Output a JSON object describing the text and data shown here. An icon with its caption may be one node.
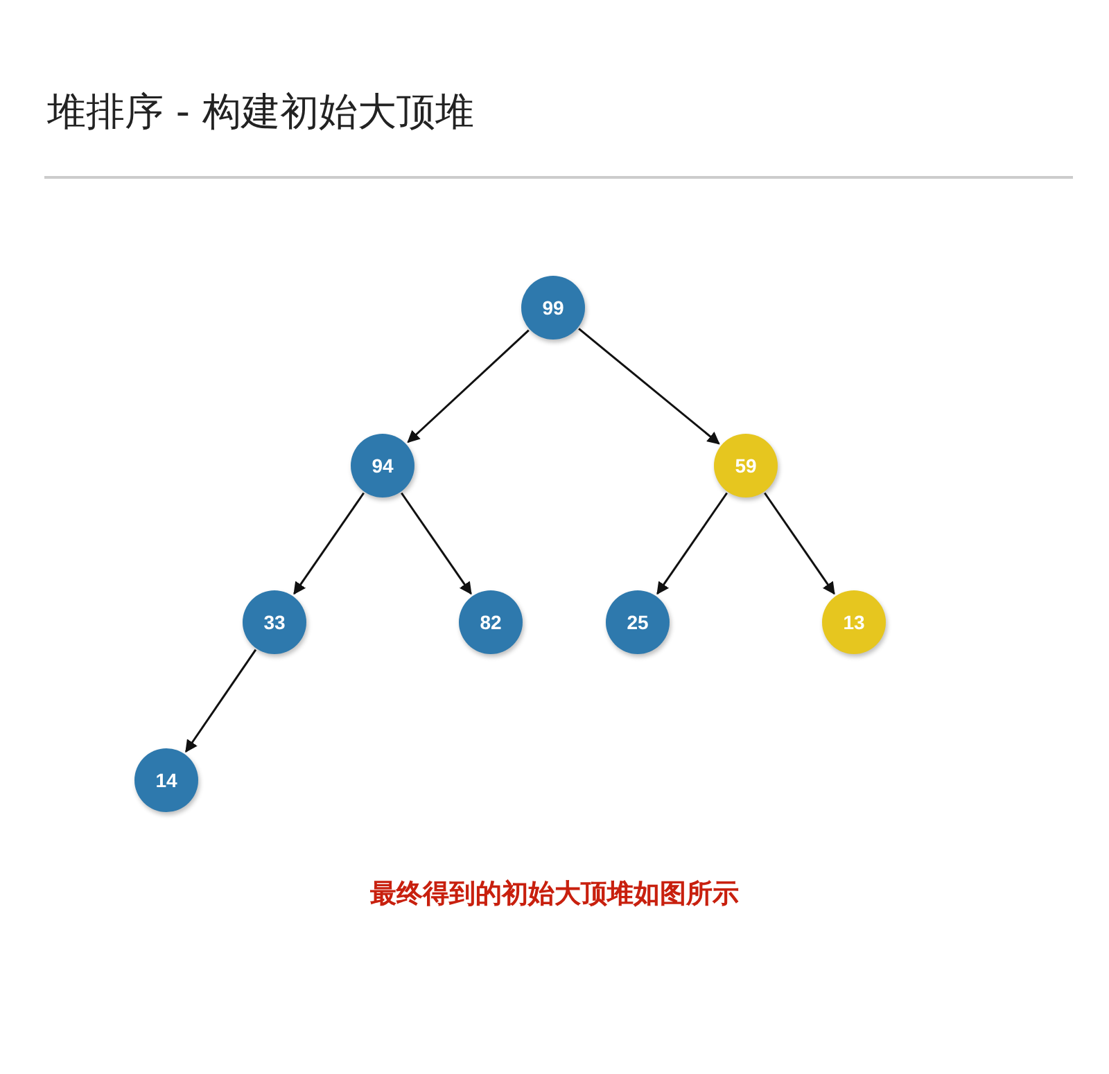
{
  "diagram": {
    "title": "堆排序 - 构建初始大顶堆",
    "nodes": [
      {
        "text": [
          "99"
        ]
      },
      {
        "text": [
          "94"
        ]
      },
      {
        "text": [
          "59"
        ]
      },
      {
        "text": [
          "33"
        ]
      },
      {
        "text": [
          "82"
        ]
      },
      {
        "text": [
          "25"
        ]
      },
      {
        "text": [
          "13"
        ]
      },
      {
        "text": [
          "14"
        ]
      }
    ],
    "edges": [
      {
        "from": 0,
        "to": 1,
        "arrow": "to"
      },
      {
        "from": 0,
        "to": 2,
        "arrow": "to"
      },
      {
        "from": 1,
        "to": 3,
        "arrow": "to"
      },
      {
        "from": 1,
        "to": 4,
        "arrow": "to"
      },
      {
        "from": 2,
        "to": 5,
        "arrow": "to"
      },
      {
        "from": 2,
        "to": 6,
        "arrow": "to"
      },
      {
        "from": 3,
        "to": 7,
        "arrow": "to"
      }
    ],
    "labels": [
      "最终得到的初始大顶堆如图所示"
    ]
  }
}
